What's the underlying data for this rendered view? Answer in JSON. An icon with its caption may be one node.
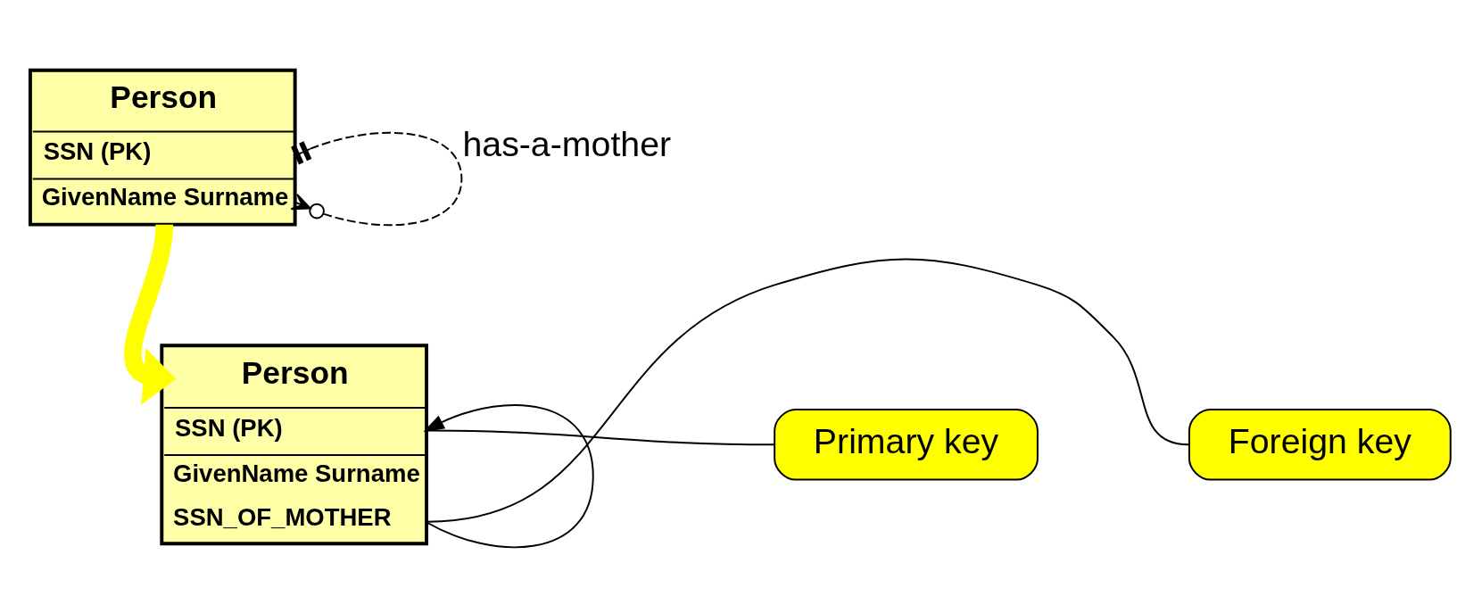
{
  "diagram": {
    "nodes": [
      {
        "text": [
          "Person",
          "SSN (PK)",
          "GivenName Surname"
        ]
      },
      {
        "text": [
          "Person",
          "SSN (PK)",
          "GivenName Surname",
          "SSN_OF_MOTHER"
        ]
      },
      {
        "text": [
          "Primary key"
        ]
      },
      {
        "text": [
          "Foreign key"
        ]
      }
    ],
    "edges": [
      {
        "from": 0,
        "to": 0,
        "arrow": "other",
        "label": "has-a-mother",
        "style": "dashed"
      },
      {
        "from": 0,
        "to": 1,
        "arrow": "to",
        "style": "thick",
        "color": "#ffff00"
      },
      {
        "from": 1,
        "to": 1,
        "arrow": "to"
      },
      {
        "from": 2,
        "to": 1,
        "arrow": "none"
      },
      {
        "from": 3,
        "to": 1,
        "arrow": "none"
      }
    ]
  }
}
